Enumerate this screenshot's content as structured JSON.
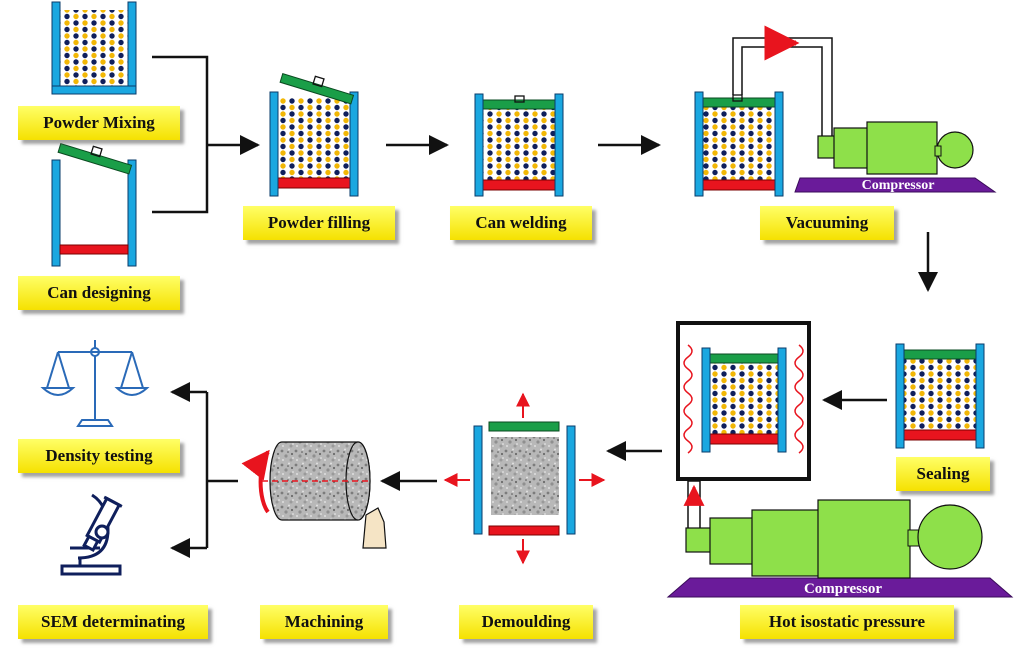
{
  "stages": {
    "powder_mixing": "Powder Mixing",
    "can_designing": "Can designing",
    "powder_filling": "Powder filling",
    "can_welding": "Can welding",
    "vacuuming": "Vacuuming",
    "sealing": "Sealing",
    "hot_isostatic_pressure": "Hot isostatic pressure",
    "demoulding": "Demoulding",
    "machining": "Machining",
    "density_testing": "Density testing",
    "sem_determinating": "SEM determinating"
  },
  "compressor_label": "Compressor",
  "colors": {
    "label_fill": "#f5e100",
    "can_wall": "#1aa7e0",
    "lid_green": "#1a9e48",
    "base_red": "#e8141e",
    "compressor_body": "#8ee04a",
    "compressor_base": "#6a1b9a",
    "powder_yellow": "#f2b705",
    "powder_navy": "#0f1f5c",
    "heater_wave": "#e8141e",
    "instrument_blue": "#2a6ab8"
  },
  "icons": [
    "balance-scale-icon",
    "microscope-icon",
    "cutting-tool-icon",
    "rotation-arrow-icon"
  ]
}
